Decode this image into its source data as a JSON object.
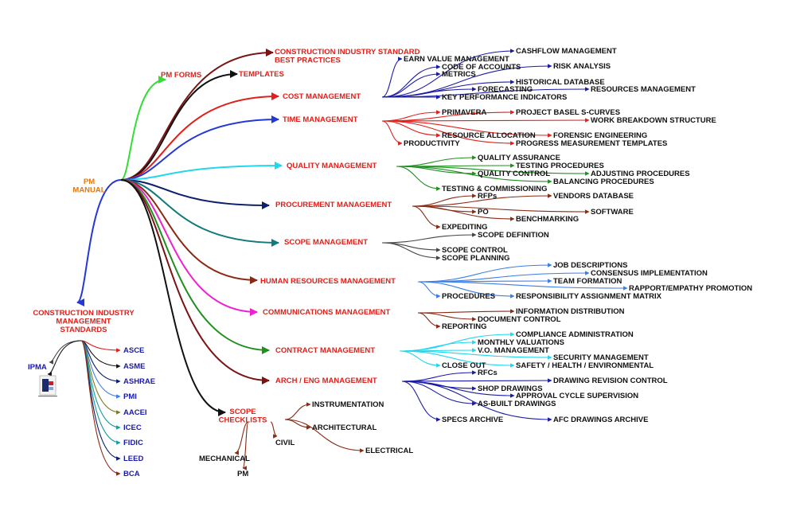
{
  "colors": {
    "red": "#e0201a",
    "black": "#111111",
    "navy": "#1a1aa8",
    "orange": "#e07a10",
    "green": "#1f8f1f",
    "lime": "#33dd33",
    "cyan": "#22d6ec",
    "teal": "#127a7a",
    "brown": "#8a2a14",
    "magenta": "#ee22cc",
    "blue": "#2438d8",
    "darkred": "#7a1414",
    "gray": "#444444",
    "lightblue": "#3a7ee8",
    "olive": "#7a7a20",
    "purple": "#5a2a9a",
    "darknavy": "#0b1f6a",
    "teal2": "#1a9a9a"
  },
  "root": "PM\nMANUAL",
  "main_branches": [
    {
      "id": "cisbp",
      "label": "CONSTRUCTION INDUSTRY STANDARD\nBEST PRACTICES"
    },
    {
      "id": "pmforms",
      "label": "PM FORMS"
    },
    {
      "id": "templates",
      "label": "TEMPLATES"
    },
    {
      "id": "cost",
      "label": "COST  MANAGEMENT"
    },
    {
      "id": "time",
      "label": "TIME MANAGEMENT"
    },
    {
      "id": "quality",
      "label": "QUALITY MANAGEMENT"
    },
    {
      "id": "proc",
      "label": "PROCUREMENT MANAGEMENT"
    },
    {
      "id": "scope",
      "label": "SCOPE MANAGEMENT"
    },
    {
      "id": "hr",
      "label": "HUMAN RESOURCES MANAGEMENT"
    },
    {
      "id": "comm",
      "label": "COMMUNICATIONS MANAGEMENT"
    },
    {
      "id": "contract",
      "label": "CONTRACT MANAGEMENT"
    },
    {
      "id": "arch",
      "label": "ARCH / ENG MANAGEMENT"
    },
    {
      "id": "checklists",
      "label": "SCOPE\nCHECKLISTS"
    },
    {
      "id": "cims",
      "label": "CONSTRUCTION INDUSTRY\nMANAGEMENT\nSTANDARDS"
    }
  ],
  "sub_nodes": [
    "EARN VALUE MANAGEMENT",
    "CASHFLOW  MANAGEMENT",
    "CODE OF ACCOUNTS",
    "RISK ANALYSIS",
    "METRICS",
    "HISTORICAL DATABASE",
    "FORECASTING",
    "RESOURCES MANAGEMENT",
    "KEY PERFORMANCE INDICATORS",
    "PRIMAVERA",
    "PROJECT BASEL S-CURVES",
    "WORK BREAKDOWN STRUCTURE",
    "RESOURCE ALLOCATION",
    "FORENSIC ENGINEERING",
    "PRODUCTIVITY",
    "PROGRESS MEASUREMENT TEMPLATES",
    "QUALITY ASSURANCE",
    "TESTING PROCEDURES",
    "QUALITY CONTROL",
    "ADJUSTING PROCEDURES",
    "BALANCING PROCEDURES",
    "TESTING & COMMISSIONING",
    "RFPs",
    "VENDORS DATABASE",
    "PO",
    "SOFTWARE",
    "BENCHMARKING",
    "EXPEDITING",
    "SCOPE DEFINITION",
    "SCOPE CONTROL",
    "SCOPE PLANNING",
    "JOB DESCRIPTIONS",
    "CONSENSUS IMPLEMENTATION",
    "TEAM FORMATION",
    "RAPPORT/EMPATHY PROMOTION",
    "PROCEDURES",
    "RESPONSIBILITY ASSIGNMENT MATRIX",
    "INFORMATION DISTRIBUTION",
    "DOCUMENT CONTROL",
    "REPORTING",
    "COMPLIANCE ADMINISTRATION",
    "MONTHLY VALUATIONS",
    "V.O. MANAGEMENT",
    "SECURITY MANAGEMENT",
    "CLOSE OUT",
    "SAFETY / HEALTH / ENVIRONMENTAL",
    "RFCs",
    "DRAWING REVISION CONTROL",
    "SHOP DRAWINGS",
    "APPROVAL CYCLE SUPERVISION",
    "AS-BUILT DRAWINGS",
    "SPECS ARCHIVE",
    "AFC DRAWINGS ARCHIVE",
    "INSTRUMENTATION",
    "ARCHITECTURAL",
    "CIVIL",
    "ELECTRICAL",
    "MECHANICAL",
    "PM"
  ],
  "standards": [
    "IPMA",
    "ASCE",
    "ASME",
    "ASHRAE",
    "PMI",
    "AACEI",
    "ICEC",
    "FIDIC",
    "LEED",
    "BCA"
  ]
}
